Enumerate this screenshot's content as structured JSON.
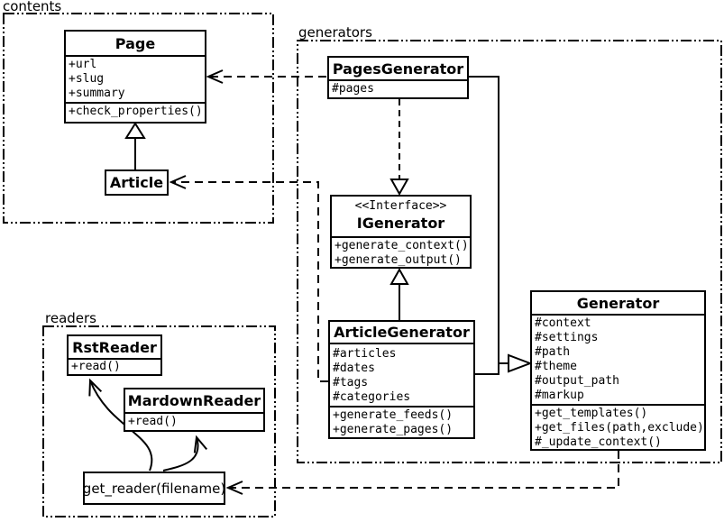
{
  "diagram": {
    "background": "#ffffff",
    "line_color": "#000000"
  },
  "packages": {
    "contents": {
      "label": "contents"
    },
    "generators": {
      "label": "generators"
    },
    "readers": {
      "label": "readers"
    }
  },
  "classes": {
    "page": {
      "title": "Page",
      "attributes": [
        "+url",
        "+slug",
        "+summary"
      ],
      "methods": [
        "+check_properties()"
      ]
    },
    "article": {
      "title": "Article"
    },
    "pages_generator": {
      "title": "PagesGenerator",
      "attributes": [
        "#pages"
      ]
    },
    "igenerator": {
      "stereotype": "<<Interface>>",
      "title": "IGenerator",
      "methods": [
        "+generate_context()",
        "+generate_output()"
      ]
    },
    "article_generator": {
      "title": "ArticleGenerator",
      "attributes": [
        "#articles",
        "#dates",
        "#tags",
        "#categories"
      ],
      "methods": [
        "+generate_feeds()",
        "+generate_pages()"
      ]
    },
    "generator": {
      "title": "Generator",
      "attributes": [
        "#context",
        "#settings",
        "#path",
        "#theme",
        "#output_path",
        "#markup"
      ],
      "methods": [
        "+get_templates()",
        "+get_files(path,exclude)",
        "#_update_context()"
      ]
    },
    "rst_reader": {
      "title": "RstReader",
      "methods": [
        "+read()"
      ]
    },
    "mardown_reader": {
      "title": "MardownReader",
      "methods": [
        "+read()"
      ]
    },
    "get_reader": {
      "label": "get_reader(filename)"
    }
  }
}
